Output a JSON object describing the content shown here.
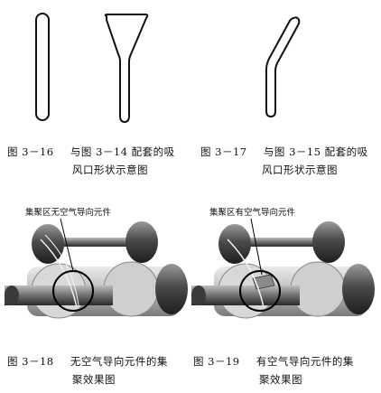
{
  "figures": [
    {
      "id": "fig-3-16",
      "number": "图 3－16",
      "caption_line1": "与图 3－14 配套的吸",
      "caption_line2": "风口形状示意图"
    },
    {
      "id": "fig-3-17",
      "number": "图 3－17",
      "caption_line1": "与图 3－15 配套的吸",
      "caption_line2": "风口形状示意图"
    },
    {
      "id": "fig-3-18",
      "number": "图 3－18",
      "caption_line1": "无空气导向元件的集",
      "caption_line2": "聚效果图",
      "label": "集聚区无空气导向元件"
    },
    {
      "id": "fig-3-19",
      "number": "图 3－19",
      "caption_line1": "有空气导向元件的集",
      "caption_line2": "聚效果图",
      "label": "集聚区有空气导向元件"
    }
  ]
}
